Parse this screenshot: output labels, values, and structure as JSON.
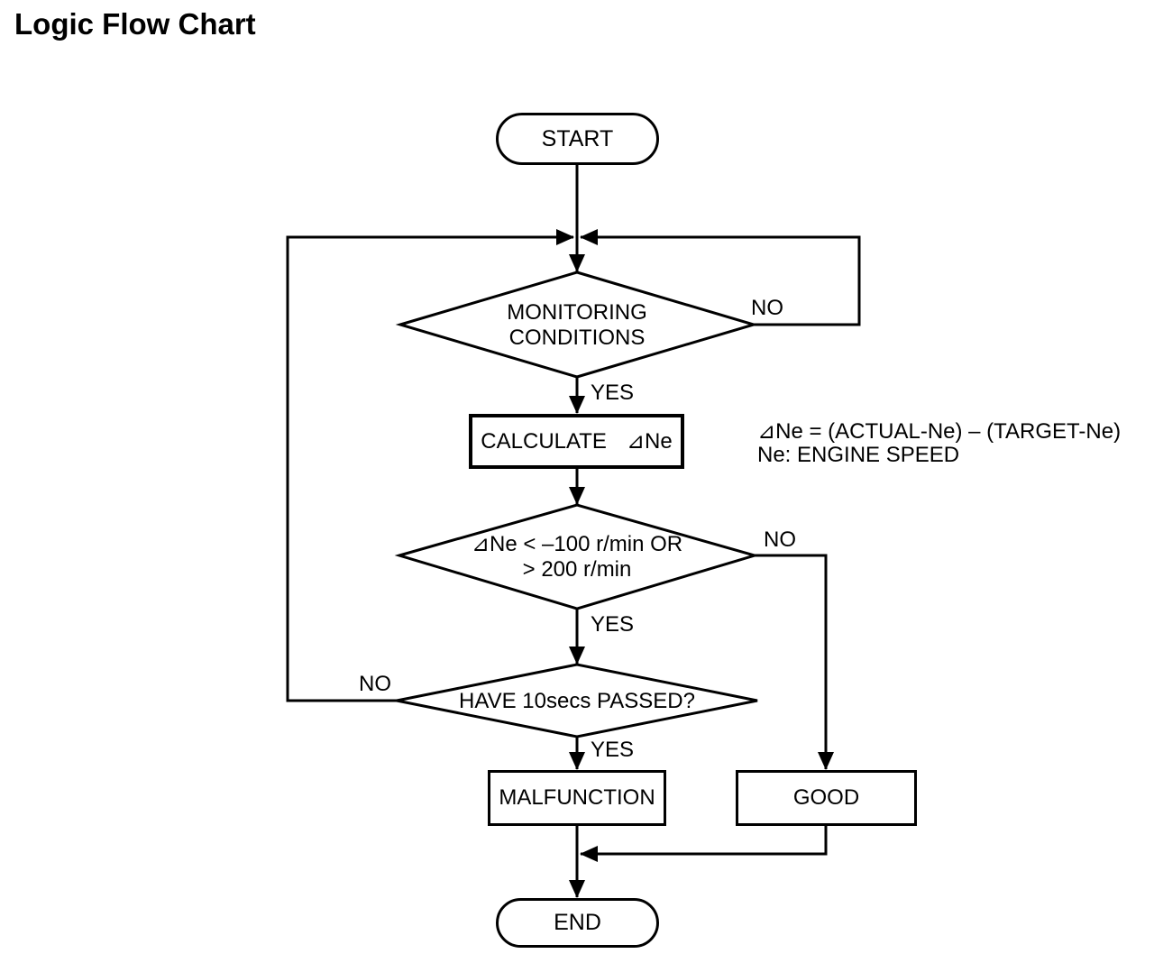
{
  "title": "Logic Flow Chart",
  "colors": {
    "ink": "#000000",
    "paper": "#ffffff"
  },
  "flowchart": {
    "start": {
      "label": "START"
    },
    "monitoring": {
      "line1": "MONITORING",
      "line2": "CONDITIONS",
      "yes": "YES",
      "no": "NO"
    },
    "calculate": {
      "label": "CALCULATE",
      "operand": "⊿Ne"
    },
    "annotation": {
      "line1": "⊿Ne = (ACTUAL-Ne) – (TARGET-Ne)",
      "line2": "Ne: ENGINE SPEED"
    },
    "threshold": {
      "line1": "⊿Ne < –100 r/min OR",
      "line2": "> 200 r/min",
      "yes": "YES",
      "no": "NO"
    },
    "passed": {
      "label": "HAVE 10secs PASSED?",
      "yes": "YES",
      "no": "NO"
    },
    "malfunction": {
      "label": "MALFUNCTION"
    },
    "good": {
      "label": "GOOD"
    },
    "end": {
      "label": "END"
    }
  }
}
